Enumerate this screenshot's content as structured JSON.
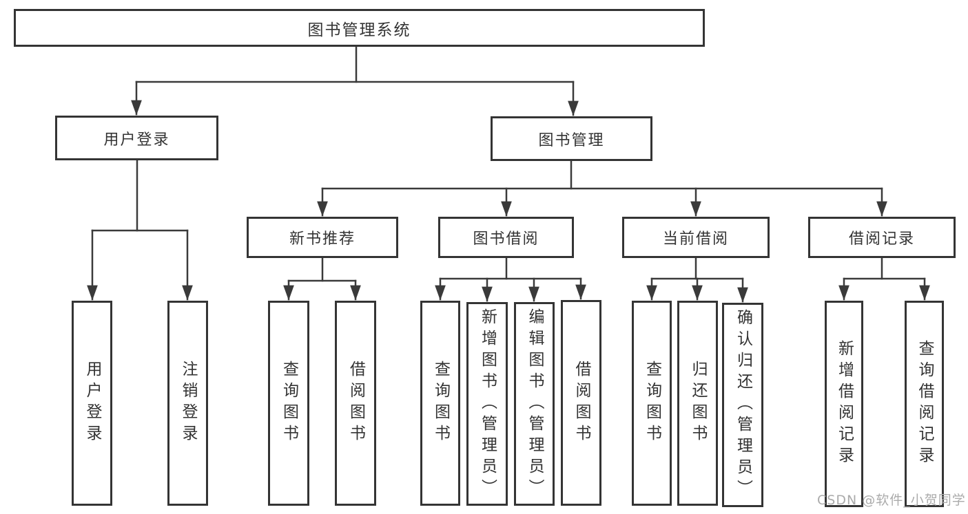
{
  "tree": {
    "root": "图书管理系统",
    "branches": [
      {
        "label": "用户登录",
        "leaves": [
          "用户登录",
          "注销登录"
        ]
      },
      {
        "label": "图书管理",
        "children": [
          {
            "label": "新书推荐",
            "leaves": [
              "查询图书",
              "借阅图书"
            ]
          },
          {
            "label": "图书借阅",
            "leaves": [
              "查询图书",
              "新增图书（管理员）",
              "编辑图书（管理员）",
              "借阅图书"
            ]
          },
          {
            "label": "当前借阅",
            "leaves": [
              "查询图书",
              "归还图书",
              "确认归还（管理员）"
            ]
          },
          {
            "label": "借阅记录",
            "leaves": [
              "新增借阅记录",
              "查询借阅记录"
            ]
          }
        ]
      }
    ]
  },
  "watermark": {
    "text": "CSDN @软件_小贺同学"
  },
  "colors": {
    "line": "#3a3a3a",
    "border": "#343434",
    "text": "#333333",
    "watermark": "#ababab",
    "background": "#ffffff"
  }
}
